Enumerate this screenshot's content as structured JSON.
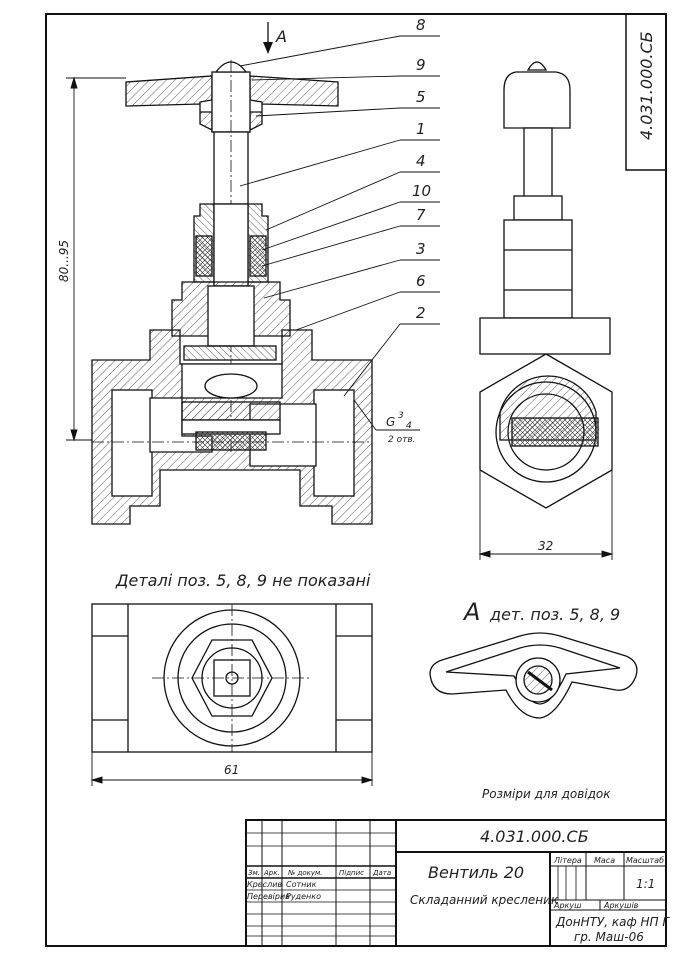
{
  "drawing_code": "4.031.000.СБ",
  "view_arrow_label": "A",
  "part_callouts": [
    "8",
    "9",
    "5",
    "1",
    "4",
    "10",
    "7",
    "3",
    "6",
    "2"
  ],
  "dims": {
    "height": "80...95",
    "side_width": "32",
    "bottom_width": "61",
    "thread_main": "G",
    "thread_frac": "3",
    "thread_den": "4",
    "thread_note": "2 отв."
  },
  "notes": {
    "top_view": "Деталі поз. 5, 8, 9 не показані",
    "view_a_letter": "A",
    "view_a_rest": "дет. поз. 5, 8, 9",
    "reference": "Розміри для довідок"
  },
  "title_block": {
    "code": "4.031.000.СБ",
    "name": "Вентиль 20",
    "doc_type": "Складанний кресленик",
    "col_izm": "Зм.",
    "col_ark": "Арк.",
    "col_doc": "№ докум.",
    "col_sign": "Підпис",
    "col_date": "Дата",
    "row1_role": "Креслив",
    "row1_name": "Сотник",
    "row2_role": "Перевірив",
    "row2_name": "Руденко",
    "litera": "Літера",
    "masa": "Маса",
    "masshtab": "Масштаб",
    "scale": "1:1",
    "arkush": "Аркуш",
    "arkushiv": "Аркушів",
    "org_line1": "ДонНТУ, каф НП Г",
    "org_line2": "гр. Маш-06"
  }
}
